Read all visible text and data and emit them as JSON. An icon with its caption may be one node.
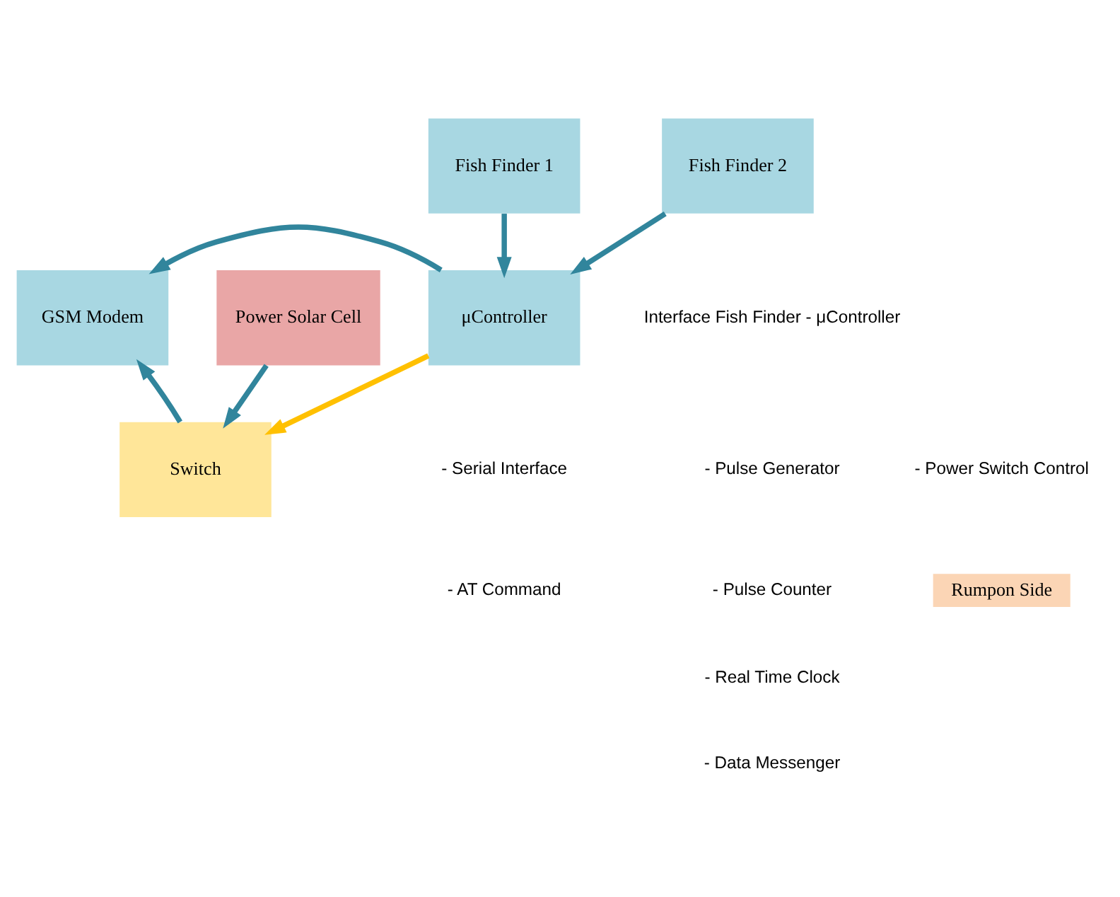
{
  "diagram": {
    "nodes": [
      {
        "text": [
          "Fish Finder 1"
        ]
      },
      {
        "text": [
          "Fish Finder 2"
        ]
      },
      {
        "text": [
          "μController"
        ]
      },
      {
        "text": [
          "GSM Modem"
        ]
      },
      {
        "text": [
          "Switch"
        ]
      },
      {
        "text": [
          "Power Solar Cell"
        ]
      },
      {
        "text": [
          "Rumpon Side"
        ]
      }
    ],
    "edges": [
      {
        "from": 0,
        "to": 2,
        "arrow": "to"
      },
      {
        "from": 1,
        "to": 2,
        "arrow": "to"
      },
      {
        "from": 2,
        "to": 3,
        "arrow": "to"
      },
      {
        "from": 2,
        "to": 4,
        "arrow": "to",
        "color": "#ffc000"
      },
      {
        "from": 4,
        "to": 3,
        "arrow": "to"
      },
      {
        "from": 5,
        "to": 4,
        "arrow": "to"
      }
    ],
    "labels": [
      "Interface Fish Finder - μController",
      "- Pulse Generator",
      "- Pulse Counter",
      "- Serial Interface",
      "- Real Time Clock",
      "- AT Command",
      "- Data Messenger",
      "- Power Switch Control"
    ]
  }
}
